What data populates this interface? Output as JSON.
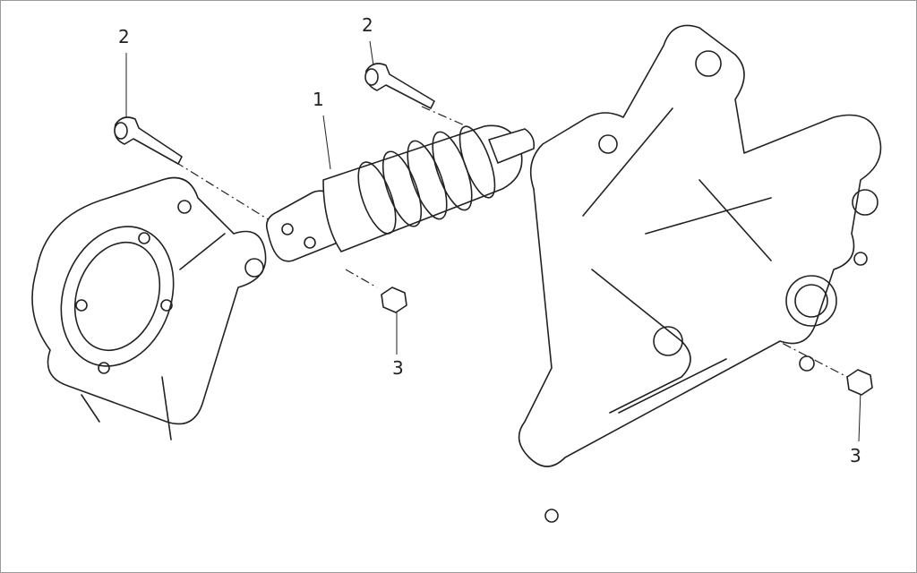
{
  "diagram": {
    "callouts": [
      {
        "id": "bolt-left",
        "text": "2"
      },
      {
        "id": "bolt-top",
        "text": "2"
      },
      {
        "id": "shock-absorber",
        "text": "1"
      },
      {
        "id": "nut-center",
        "text": "3"
      },
      {
        "id": "nut-right",
        "text": "3"
      }
    ]
  }
}
